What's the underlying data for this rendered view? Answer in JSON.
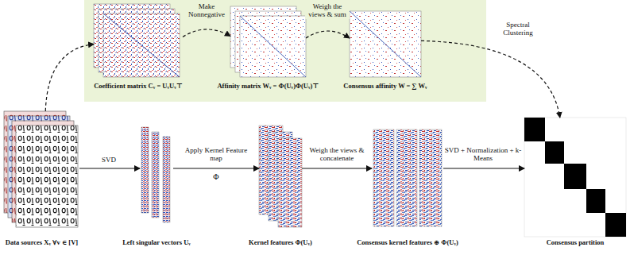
{
  "diagram": {
    "nodes": [
      {
        "text": [
          "Coefficient matrix Cᵥ = UᵥUᵥ⊤"
        ]
      },
      {
        "text": [
          "Affinity matrix Wᵥ = Φ(Uᵥ)Φ(Uᵥ)⊤"
        ]
      },
      {
        "text": [
          "Consensus affinity W = ∑ Wᵥ"
        ]
      },
      {
        "text": [
          "Data sources Xᵥ ∀v ∈ [V]"
        ]
      },
      {
        "text": [
          "Left singular vectors Uᵥ"
        ]
      },
      {
        "text": [
          "Kernel features Φ(Uᵥ)"
        ]
      },
      {
        "text": [
          "Consensus kernel features ⊕ Φ(Uᵥ)"
        ]
      },
      {
        "text": [
          "Consensus partition"
        ]
      }
    ],
    "edges": [
      {
        "from": 3,
        "to": 0,
        "arrow": "to"
      },
      {
        "from": 0,
        "to": 1,
        "label": "Make Nonnegative",
        "arrow": "to"
      },
      {
        "from": 1,
        "to": 2,
        "label": "Weigh the views & sum",
        "arrow": "to"
      },
      {
        "from": 2,
        "to": 7,
        "label": "Spectral Clustering",
        "arrow": "to"
      },
      {
        "from": 3,
        "to": 4,
        "label": "SVD",
        "arrow": "to"
      },
      {
        "from": 4,
        "to": 5,
        "label": "Apply Kernel Feature map",
        "arrow": "to"
      },
      {
        "from": 5,
        "to": 6,
        "label": "Weigh the views & concatenate",
        "arrow": "to"
      },
      {
        "from": 6,
        "to": 7,
        "label": "SVD + Normalization + k-Means",
        "arrow": "to"
      }
    ],
    "labels": [
      "Φ"
    ]
  }
}
